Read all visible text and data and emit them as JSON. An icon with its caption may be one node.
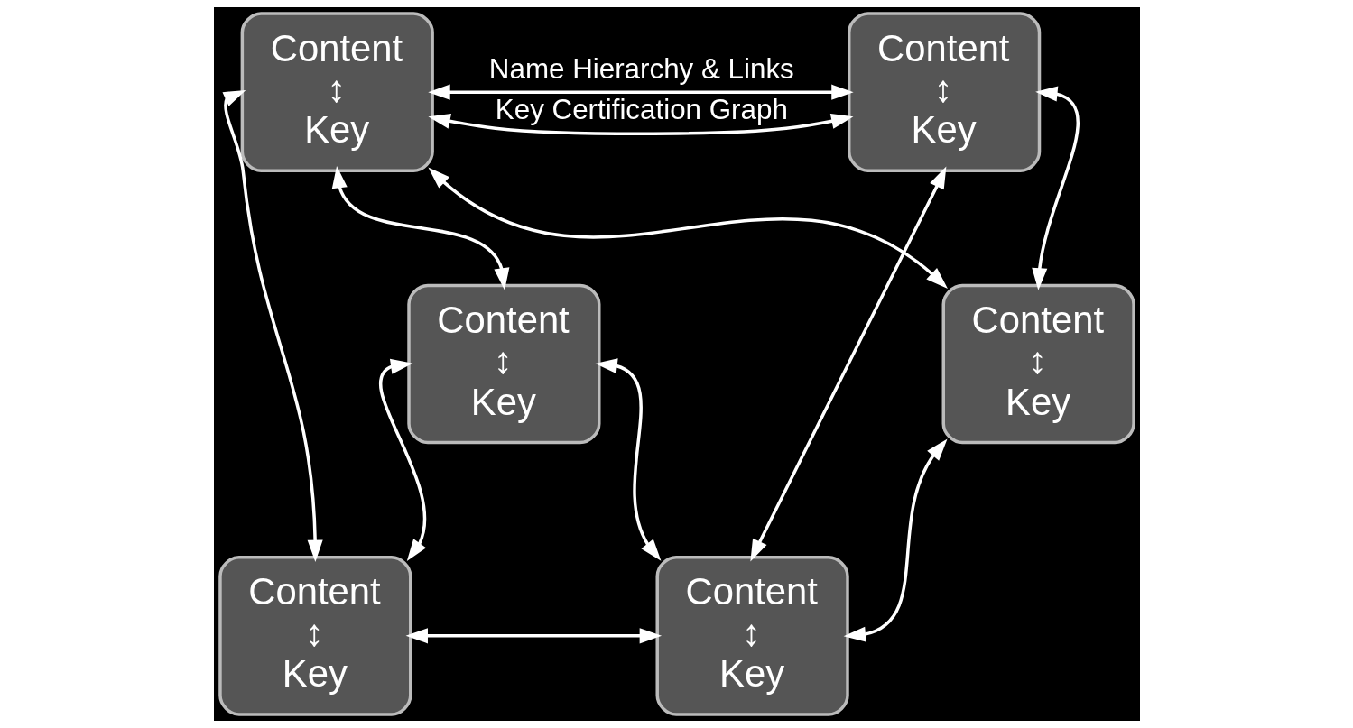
{
  "diagram": {
    "nodes": [
      {
        "text": [
          "Content",
          "↕",
          "Key"
        ]
      },
      {
        "text": [
          "Content",
          "↕",
          "Key"
        ]
      },
      {
        "text": [
          "Content",
          "↕",
          "Key"
        ]
      },
      {
        "text": [
          "Content",
          "↕",
          "Key"
        ]
      },
      {
        "text": [
          "Content",
          "↕",
          "Key"
        ]
      },
      {
        "text": [
          "Content",
          "↕",
          "Key"
        ]
      }
    ],
    "edges": [
      {
        "from": 0,
        "to": 1,
        "arrow": "both",
        "label": "Name Hierarchy & Links"
      },
      {
        "from": 0,
        "to": 1,
        "arrow": "both",
        "label": "Key Certification Graph"
      },
      {
        "from": 0,
        "to": 2,
        "arrow": "both"
      },
      {
        "from": 0,
        "to": 4,
        "arrow": "both"
      },
      {
        "from": 1,
        "to": 2,
        "arrow": "both"
      },
      {
        "from": 0,
        "to": 3,
        "arrow": "both"
      },
      {
        "from": 1,
        "to": 5,
        "arrow": "both"
      },
      {
        "from": 3,
        "to": 4,
        "arrow": "both"
      },
      {
        "from": 3,
        "to": 5,
        "arrow": "both"
      },
      {
        "from": 5,
        "to": 2,
        "arrow": "both"
      },
      {
        "from": 4,
        "to": 5,
        "arrow": "both"
      }
    ]
  }
}
